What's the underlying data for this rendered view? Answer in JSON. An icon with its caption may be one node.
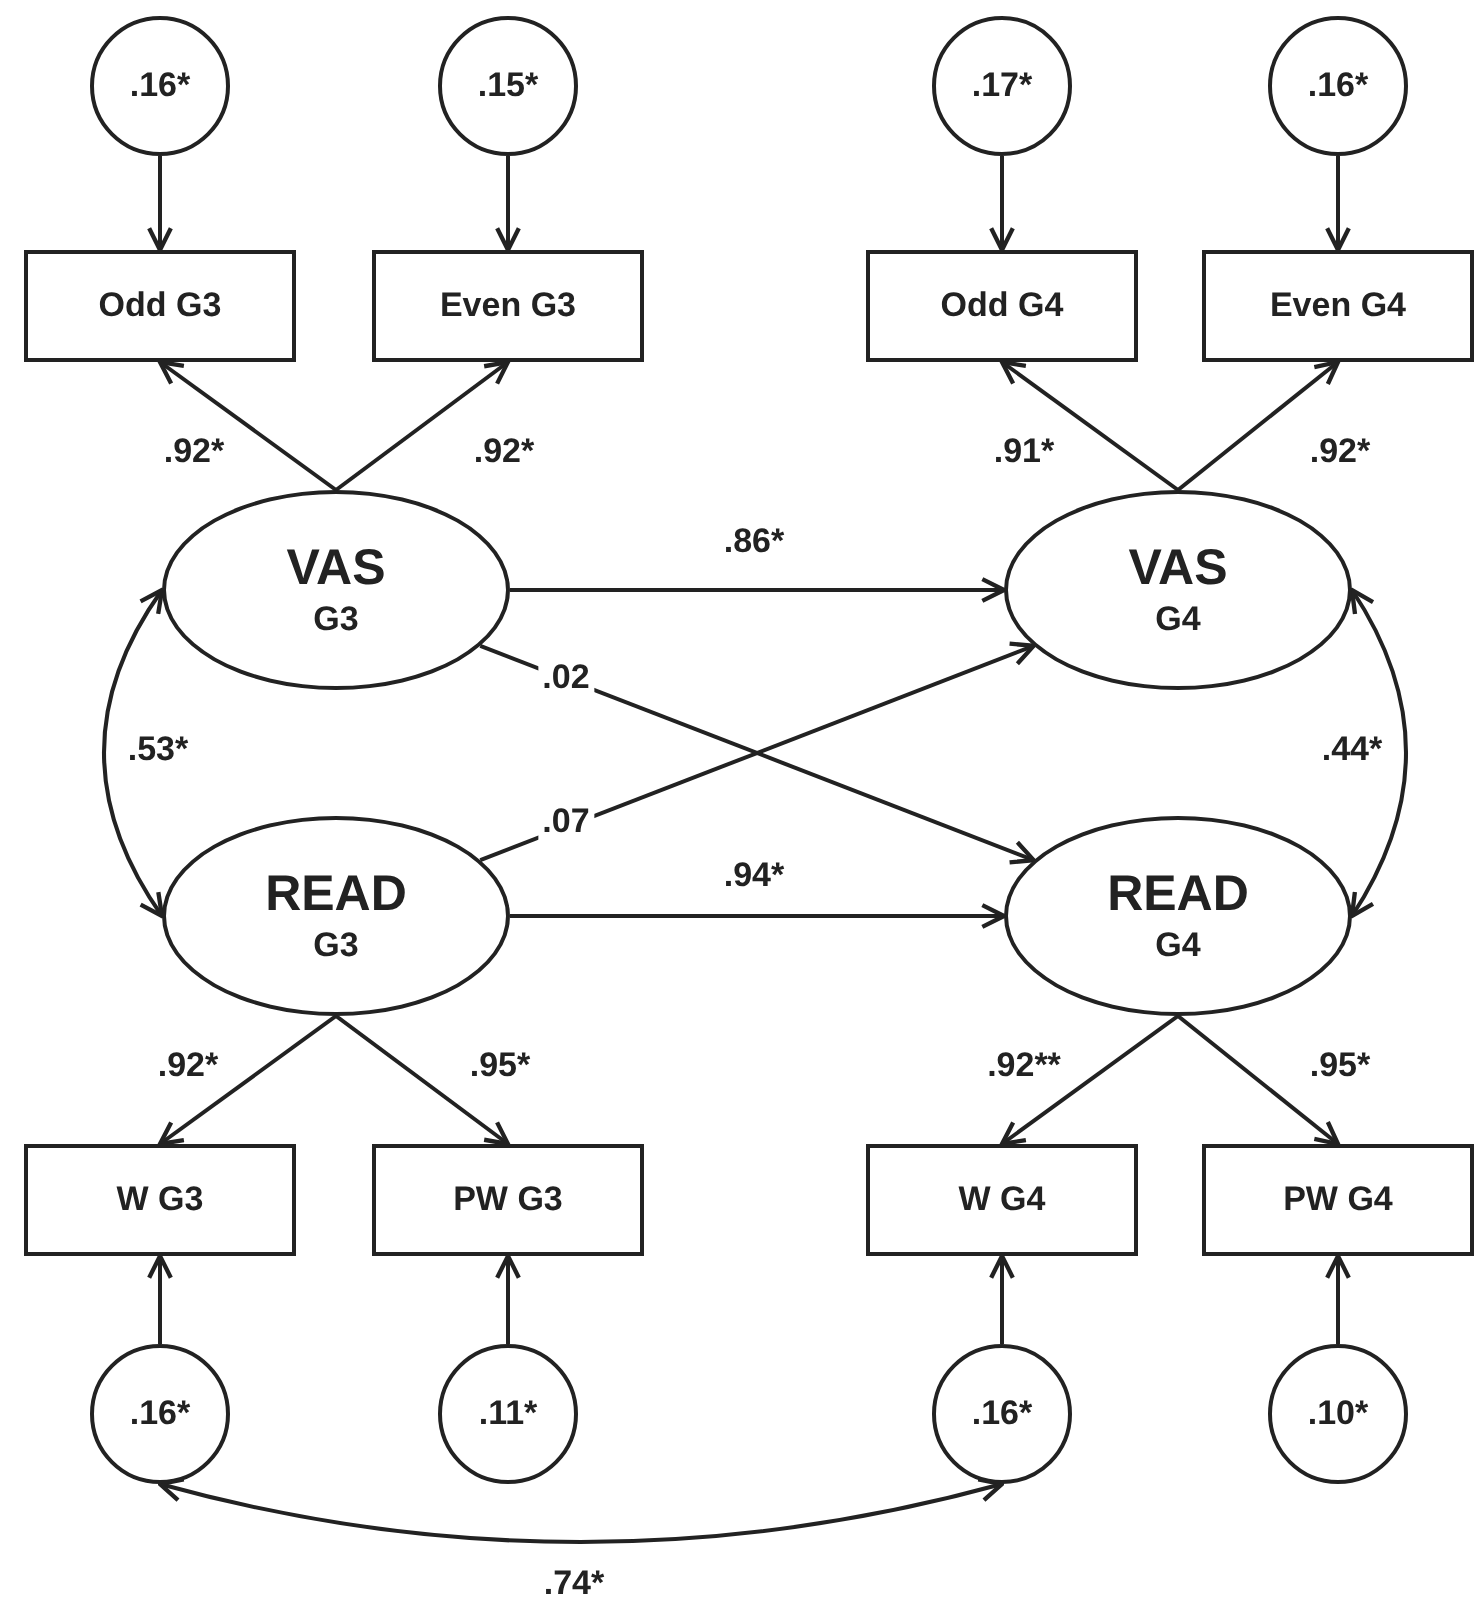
{
  "diagram": {
    "nodes": [
      {
        "text": [
          ".16*"
        ]
      },
      {
        "text": [
          ".15*"
        ]
      },
      {
        "text": [
          ".17*"
        ]
      },
      {
        "text": [
          ".16*"
        ]
      },
      {
        "text": [
          "Odd G3"
        ]
      },
      {
        "text": [
          "Even G3"
        ]
      },
      {
        "text": [
          "Odd G4"
        ]
      },
      {
        "text": [
          "Even G4"
        ]
      },
      {
        "text": [
          "VAS",
          "G3"
        ]
      },
      {
        "text": [
          "VAS",
          "G4"
        ]
      },
      {
        "text": [
          "READ",
          "G3"
        ]
      },
      {
        "text": [
          "READ",
          "G4"
        ]
      },
      {
        "text": [
          "W G3"
        ]
      },
      {
        "text": [
          "PW G3"
        ]
      },
      {
        "text": [
          "W G4"
        ]
      },
      {
        "text": [
          "PW G4"
        ]
      },
      {
        "text": [
          ".16*"
        ]
      },
      {
        "text": [
          ".11*"
        ]
      },
      {
        "text": [
          ".16*"
        ]
      },
      {
        "text": [
          ".10*"
        ]
      }
    ],
    "edges": [
      {
        "from": 0,
        "to": 4,
        "arrow": "to"
      },
      {
        "from": 1,
        "to": 5,
        "arrow": "to"
      },
      {
        "from": 2,
        "to": 6,
        "arrow": "to"
      },
      {
        "from": 3,
        "to": 7,
        "arrow": "to"
      },
      {
        "from": 8,
        "to": 4,
        "arrow": "to",
        "label": ".92*"
      },
      {
        "from": 8,
        "to": 5,
        "arrow": "to",
        "label": ".92*"
      },
      {
        "from": 9,
        "to": 6,
        "arrow": "to",
        "label": ".91*"
      },
      {
        "from": 9,
        "to": 7,
        "arrow": "to",
        "label": ".92*"
      },
      {
        "from": 8,
        "to": 9,
        "arrow": "to",
        "label": ".86*"
      },
      {
        "from": 8,
        "to": 11,
        "arrow": "to",
        "label": ".02"
      },
      {
        "from": 10,
        "to": 9,
        "arrow": "to",
        "label": ".07"
      },
      {
        "from": 10,
        "to": 11,
        "arrow": "to",
        "label": ".94*"
      },
      {
        "from": 8,
        "to": 10,
        "arrow": "both",
        "label": ".53*"
      },
      {
        "from": 9,
        "to": 11,
        "arrow": "both",
        "label": ".44*"
      },
      {
        "from": 10,
        "to": 12,
        "arrow": "to",
        "label": ".92*"
      },
      {
        "from": 10,
        "to": 13,
        "arrow": "to",
        "label": ".95*"
      },
      {
        "from": 11,
        "to": 14,
        "arrow": "to",
        "label": ".92**"
      },
      {
        "from": 11,
        "to": 15,
        "arrow": "to",
        "label": ".95*"
      },
      {
        "from": 16,
        "to": 12,
        "arrow": "to"
      },
      {
        "from": 17,
        "to": 13,
        "arrow": "to"
      },
      {
        "from": 18,
        "to": 14,
        "arrow": "to"
      },
      {
        "from": 19,
        "to": 15,
        "arrow": "to"
      },
      {
        "from": 16,
        "to": 18,
        "arrow": "both",
        "label": ".74*"
      }
    ]
  }
}
